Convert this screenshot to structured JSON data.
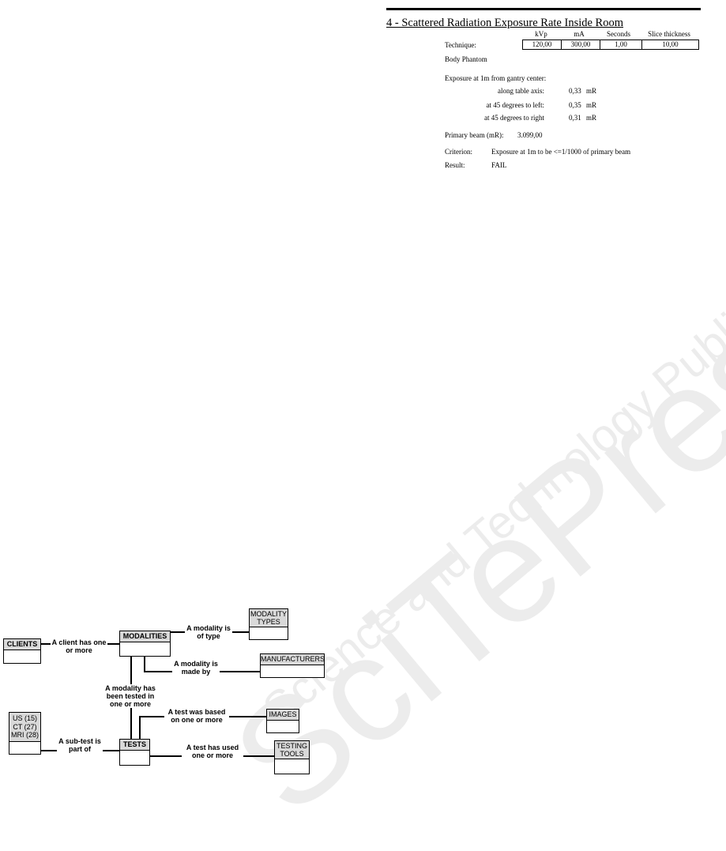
{
  "report": {
    "title": "4 - Scattered Radiation Exposure Rate Inside Room",
    "technique_label": "Technique:",
    "technique_headers": [
      "kVp",
      "mA",
      "Seconds",
      "Slice thickness"
    ],
    "technique_values": [
      "120,00",
      "300,00",
      "1,00",
      "10,00"
    ],
    "phantom": "Body Phantom",
    "exposure_heading": "Exposure at 1m from gantry center:",
    "exposures": [
      {
        "label": "along table axis:",
        "value": "0,33",
        "unit": "mR"
      },
      {
        "label": "at 45 degrees to left:",
        "value": "0,35",
        "unit": "mR"
      },
      {
        "label": "at 45 degrees to right",
        "value": "0,31",
        "unit": "mR"
      }
    ],
    "primary_label": "Primary beam (mR):",
    "primary_value": "3.099,00",
    "criterion_label": "Criterion:",
    "criterion_value": "Exposure at 1m to be <=1/1000 of primary beam",
    "result_label": "Result:",
    "result_value": "FAIL"
  },
  "diagram": {
    "entities": {
      "clients": "CLIENTS",
      "modalities": "MODALITIES",
      "modality_types": "MODALITY TYPES",
      "manufacturers": "MANUFACTURERS",
      "subtests": "US (15) CT (27) MRI (28)",
      "tests": "TESTS",
      "images": "IMAGES",
      "testing_tools": "TESTING TOOLS"
    },
    "relations": {
      "client_has": "A client has one or more",
      "modality_type": "A modality is of type",
      "modality_made": "A modality is made by",
      "modality_tested": "A modality has been tested in one or more",
      "test_based": "A test was based on one or more",
      "subtest_part": "A sub-test is part of",
      "test_used": "A test has used one or more"
    }
  },
  "watermark": {
    "line1": "SciTePress",
    "line2": "Science and Technology Publications"
  }
}
